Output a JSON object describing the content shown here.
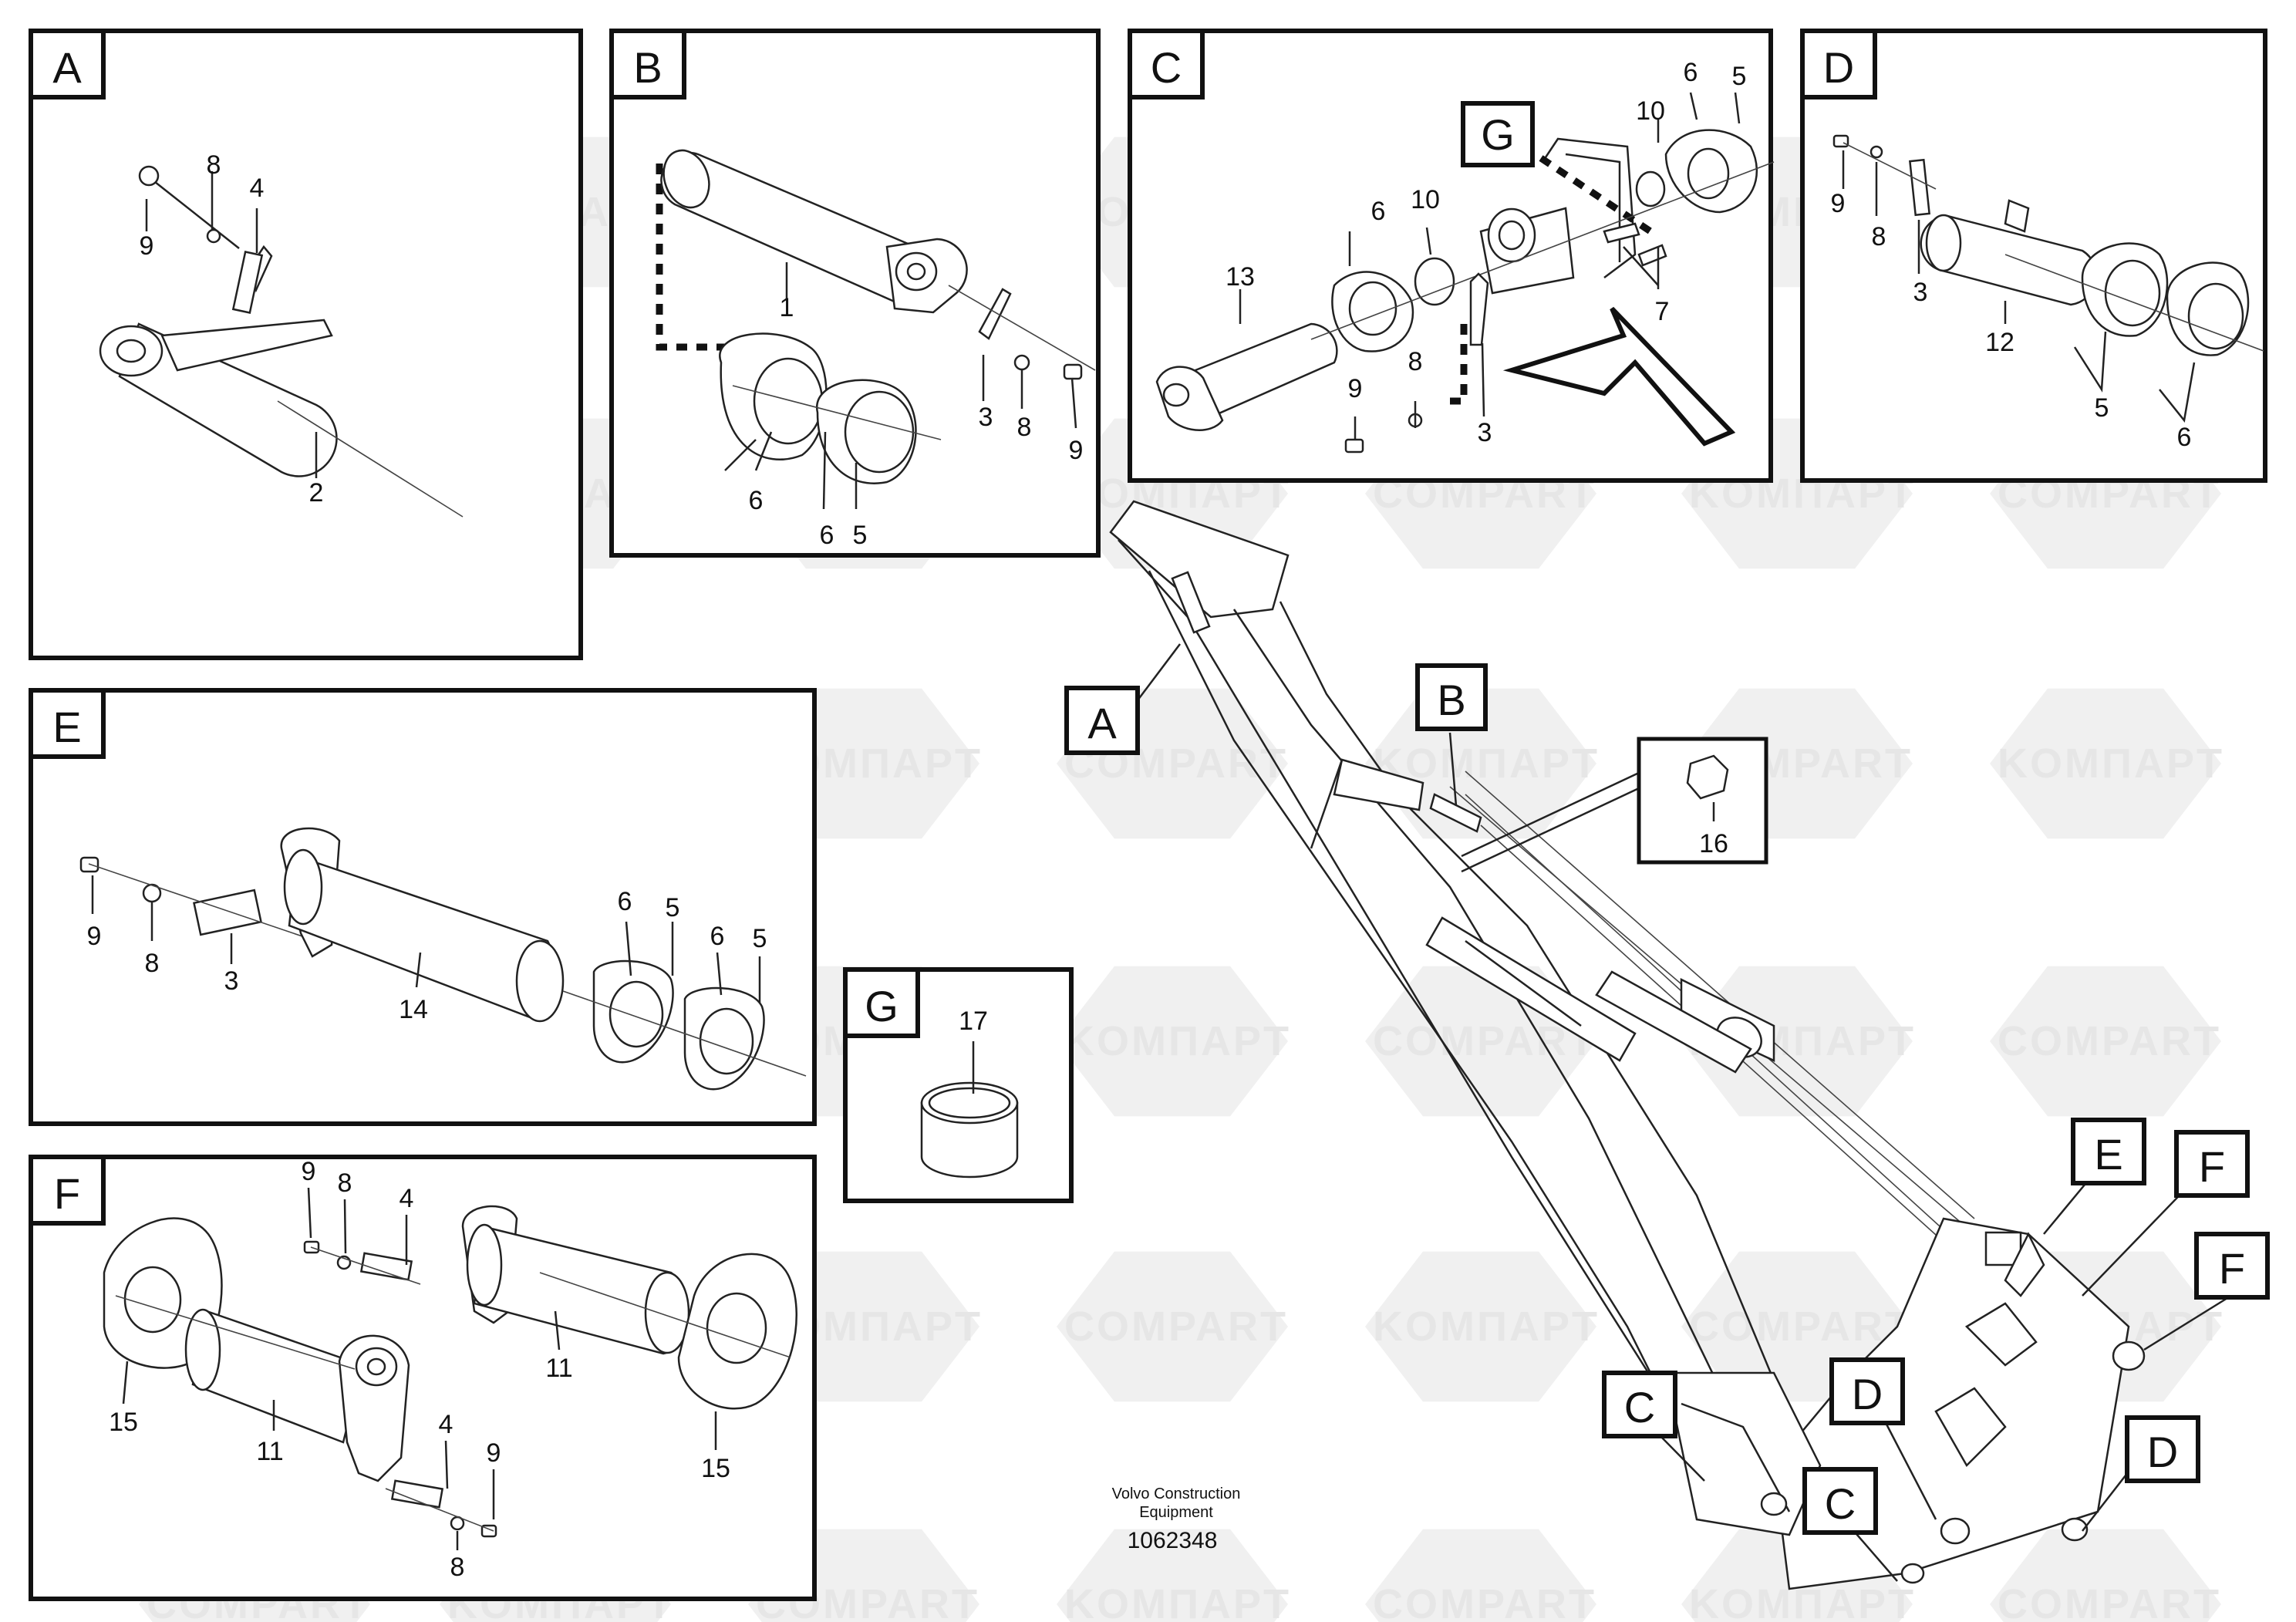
{
  "watermarks": [
    "KOMΠAPT",
    "COMPART"
  ],
  "panels": [
    {
      "id": "A",
      "letter": "A",
      "callouts": [
        "9",
        "8",
        "4",
        "2"
      ]
    },
    {
      "id": "B",
      "letter": "B",
      "callouts": [
        "1",
        "6",
        "3",
        "8",
        "9",
        "6",
        "5"
      ]
    },
    {
      "id": "C",
      "letter": "C",
      "callouts": [
        "G",
        "10",
        "6",
        "5",
        "6",
        "10",
        "13",
        "7",
        "9",
        "8",
        "3"
      ]
    },
    {
      "id": "D",
      "letter": "D",
      "callouts": [
        "9",
        "8",
        "3",
        "12",
        "5",
        "6"
      ]
    },
    {
      "id": "E",
      "letter": "E",
      "callouts": [
        "9",
        "8",
        "3",
        "14",
        "6",
        "5",
        "6",
        "5"
      ]
    },
    {
      "id": "G",
      "letter": "G",
      "callouts": [
        "17"
      ]
    },
    {
      "id": "F",
      "letter": "F",
      "callouts": [
        "9",
        "8",
        "4",
        "11",
        "15",
        "11",
        "4",
        "9",
        "8",
        "15"
      ]
    }
  ],
  "main_view": {
    "labels": [
      "A",
      "B",
      "16",
      "E",
      "F",
      "F",
      "C",
      "D",
      "C",
      "D"
    ]
  },
  "footer": {
    "caption_line1": "Volvo Construction",
    "caption_line2": "Equipment",
    "doc_number": "1062348"
  }
}
